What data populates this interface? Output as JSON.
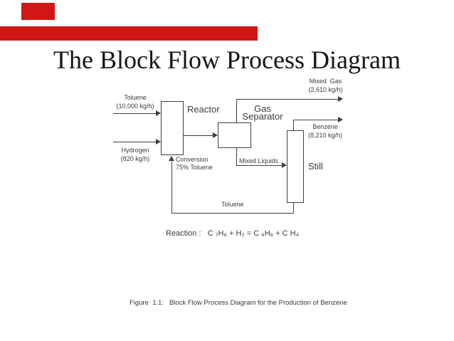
{
  "slide_title": "The Block Flow Process Diagram",
  "accent_color": "#d01716",
  "diagram": {
    "streams": {
      "toluene_feed": {
        "name": "Toluene",
        "rate": "(10,000 kg/h)"
      },
      "hydrogen_feed": {
        "name": "Hydrogen",
        "rate": "(820 kg/h)"
      },
      "mixed_gas": {
        "name": "Mixed  Gas",
        "rate": "(2,610 kg/h)"
      },
      "benzene": {
        "name": "Benzene",
        "rate": "(8,210 kg/h)"
      },
      "mixed_liquids": {
        "name": "Mixed Liquids"
      },
      "toluene_recycle": {
        "name": "Toluene"
      }
    },
    "blocks": {
      "reactor": {
        "label": "Reactor"
      },
      "gas_separator": {
        "label_line1": "Gas",
        "label_line2": "Separator"
      },
      "still": {
        "label": "Still"
      }
    },
    "annotations": {
      "conversion_line1": "Conversion",
      "conversion_line2": "75% Toluene",
      "reaction": "Reaction :   C ₇H₈ + H₂ = C ₆H₆ + C H₄",
      "caption": "Figure  1.1:   Block Flow Process Diagram for the Production of Benzene"
    }
  }
}
